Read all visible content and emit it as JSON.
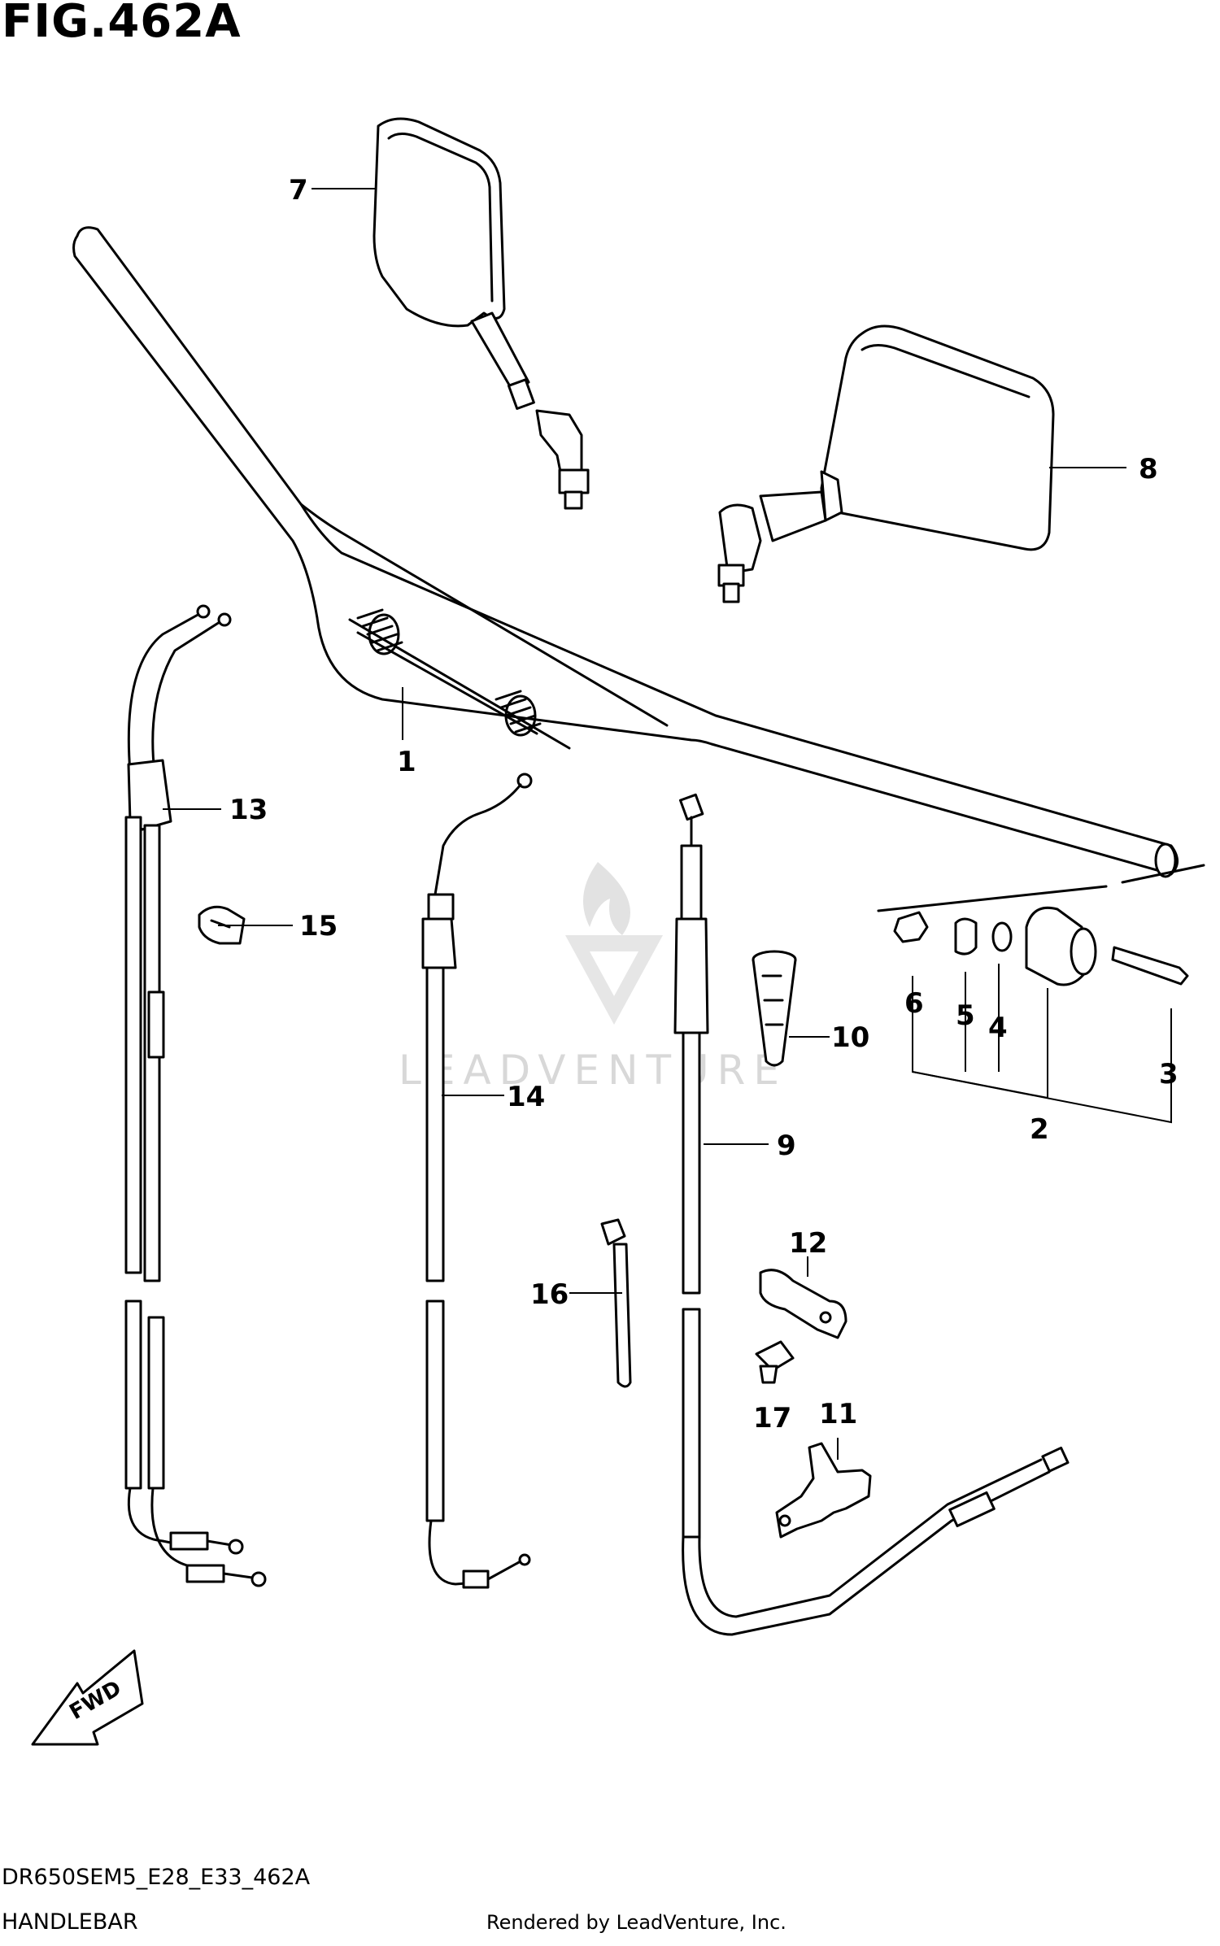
{
  "figure": {
    "title": "FIG.462A",
    "model_code": "DR650SEM5_E28_E33_462A",
    "section_name": "HANDLEBAR",
    "render_credit": "Rendered by LeadVenture, Inc."
  },
  "watermark": {
    "text": "LEADVENTURE"
  },
  "direction_marker": {
    "label": "FWD"
  },
  "callouts": [
    {
      "id": "1",
      "label": "1"
    },
    {
      "id": "2",
      "label": "2"
    },
    {
      "id": "3",
      "label": "3"
    },
    {
      "id": "4",
      "label": "4"
    },
    {
      "id": "5",
      "label": "5"
    },
    {
      "id": "6",
      "label": "6"
    },
    {
      "id": "7",
      "label": "7"
    },
    {
      "id": "8",
      "label": "8"
    },
    {
      "id": "9",
      "label": "9"
    },
    {
      "id": "10",
      "label": "10"
    },
    {
      "id": "11",
      "label": "11"
    },
    {
      "id": "12",
      "label": "12"
    },
    {
      "id": "13",
      "label": "13"
    },
    {
      "id": "14",
      "label": "14"
    },
    {
      "id": "15",
      "label": "15"
    },
    {
      "id": "16",
      "label": "16"
    },
    {
      "id": "17",
      "label": "17"
    }
  ]
}
